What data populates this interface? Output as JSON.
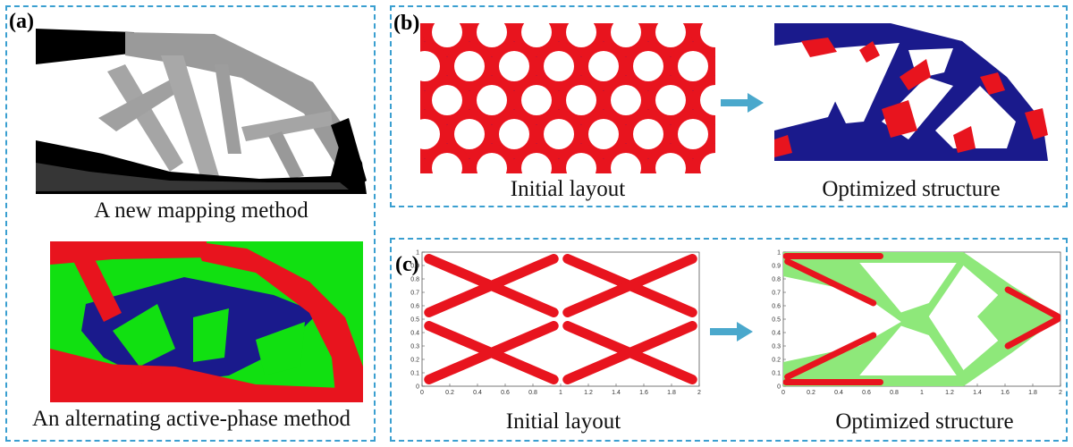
{
  "panels": {
    "a": {
      "label": "(a)",
      "caption_top": "A new mapping method",
      "caption_bottom": "An alternating active-phase method"
    },
    "b": {
      "label": "(b)",
      "caption_left": "Initial layout",
      "caption_right": "Optimized structure"
    },
    "c": {
      "label": "(c)",
      "caption_left": "Initial layout",
      "caption_right": "Optimized structure",
      "x_ticks": [
        "0",
        "0.2",
        "0.4",
        "0.6",
        "0.8",
        "1",
        "1.2",
        "1.4",
        "1.6",
        "1.8",
        "2"
      ],
      "y_ticks": [
        "0",
        "0.1",
        "0.2",
        "0.3",
        "0.4",
        "0.5",
        "0.6",
        "0.7",
        "0.8",
        "0.9",
        "1"
      ]
    }
  },
  "colors": {
    "frame": "#3a9fd0",
    "black_material": "#000000",
    "gray_material": "#9a9a9a",
    "red_material": "#e8141e",
    "blue_material": "#1a1a8c",
    "green_material": "#11e011",
    "light_green_material": "#8ee87a",
    "arrow": "#4aa8cc"
  },
  "icons": {
    "arrow_b": "right-arrow-icon",
    "arrow_c": "right-arrow-icon"
  }
}
